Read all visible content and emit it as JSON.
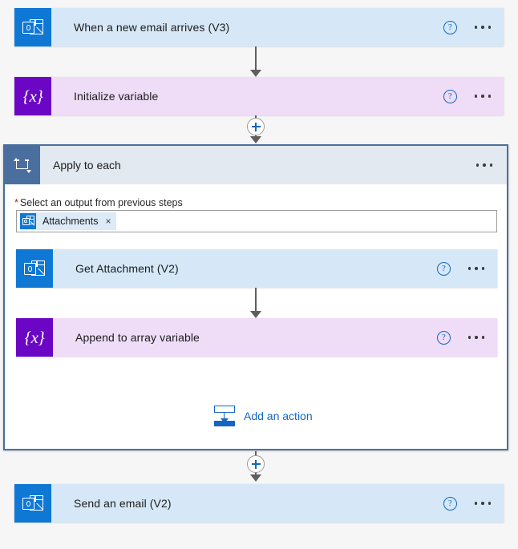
{
  "flow": {
    "trigger": {
      "id": "when-a-new-email-arrives",
      "label": "When a new email arrives (V3)",
      "icon": "outlook-icon",
      "type": "outlook",
      "help_icon": "help-icon",
      "menu_icon": "ellipsis-icon"
    },
    "initialize_variable": {
      "id": "initialize-variable",
      "label": "Initialize variable",
      "icon": "variable-icon",
      "type": "variable",
      "help_icon": "help-icon",
      "menu_icon": "ellipsis-icon"
    },
    "apply_to_each": {
      "id": "apply-to-each",
      "label": "Apply to each",
      "icon": "loop-icon",
      "menu_icon": "ellipsis-icon",
      "field": {
        "required_marker": "*",
        "label": "Select an output from previous steps",
        "token": {
          "label": "Attachments",
          "icon": "outlook-icon",
          "remove_icon": "×"
        }
      },
      "children": [
        {
          "id": "get-attachment",
          "label": "Get Attachment (V2)",
          "icon": "outlook-icon",
          "type": "outlook",
          "help_icon": "help-icon",
          "menu_icon": "ellipsis-icon"
        },
        {
          "id": "append-to-array-variable",
          "label": "Append to array variable",
          "icon": "variable-icon",
          "type": "variable",
          "help_icon": "help-icon",
          "menu_icon": "ellipsis-icon"
        }
      ],
      "add_action": {
        "label": "Add an action",
        "icon": "add-action-icon"
      }
    },
    "send_an_email": {
      "id": "send-an-email",
      "label": "Send an email (V2)",
      "icon": "outlook-icon",
      "type": "outlook",
      "help_icon": "help-icon",
      "menu_icon": "ellipsis-icon"
    },
    "insert_buttons": {
      "label": "+",
      "icon": "plus-icon",
      "count": 2
    }
  },
  "colors": {
    "outlook_card_bg": "#d6e8f7",
    "outlook_icon_bg": "#0f78d4",
    "variable_card_bg": "#efdcf7",
    "variable_icon_bg": "#6b06c4",
    "loop_border": "#4a6f9e",
    "loop_header_bg": "#e3e9f0",
    "link_blue": "#1466c0",
    "required_red": "#a4262c",
    "canvas_bg": "#f6f6f6"
  }
}
